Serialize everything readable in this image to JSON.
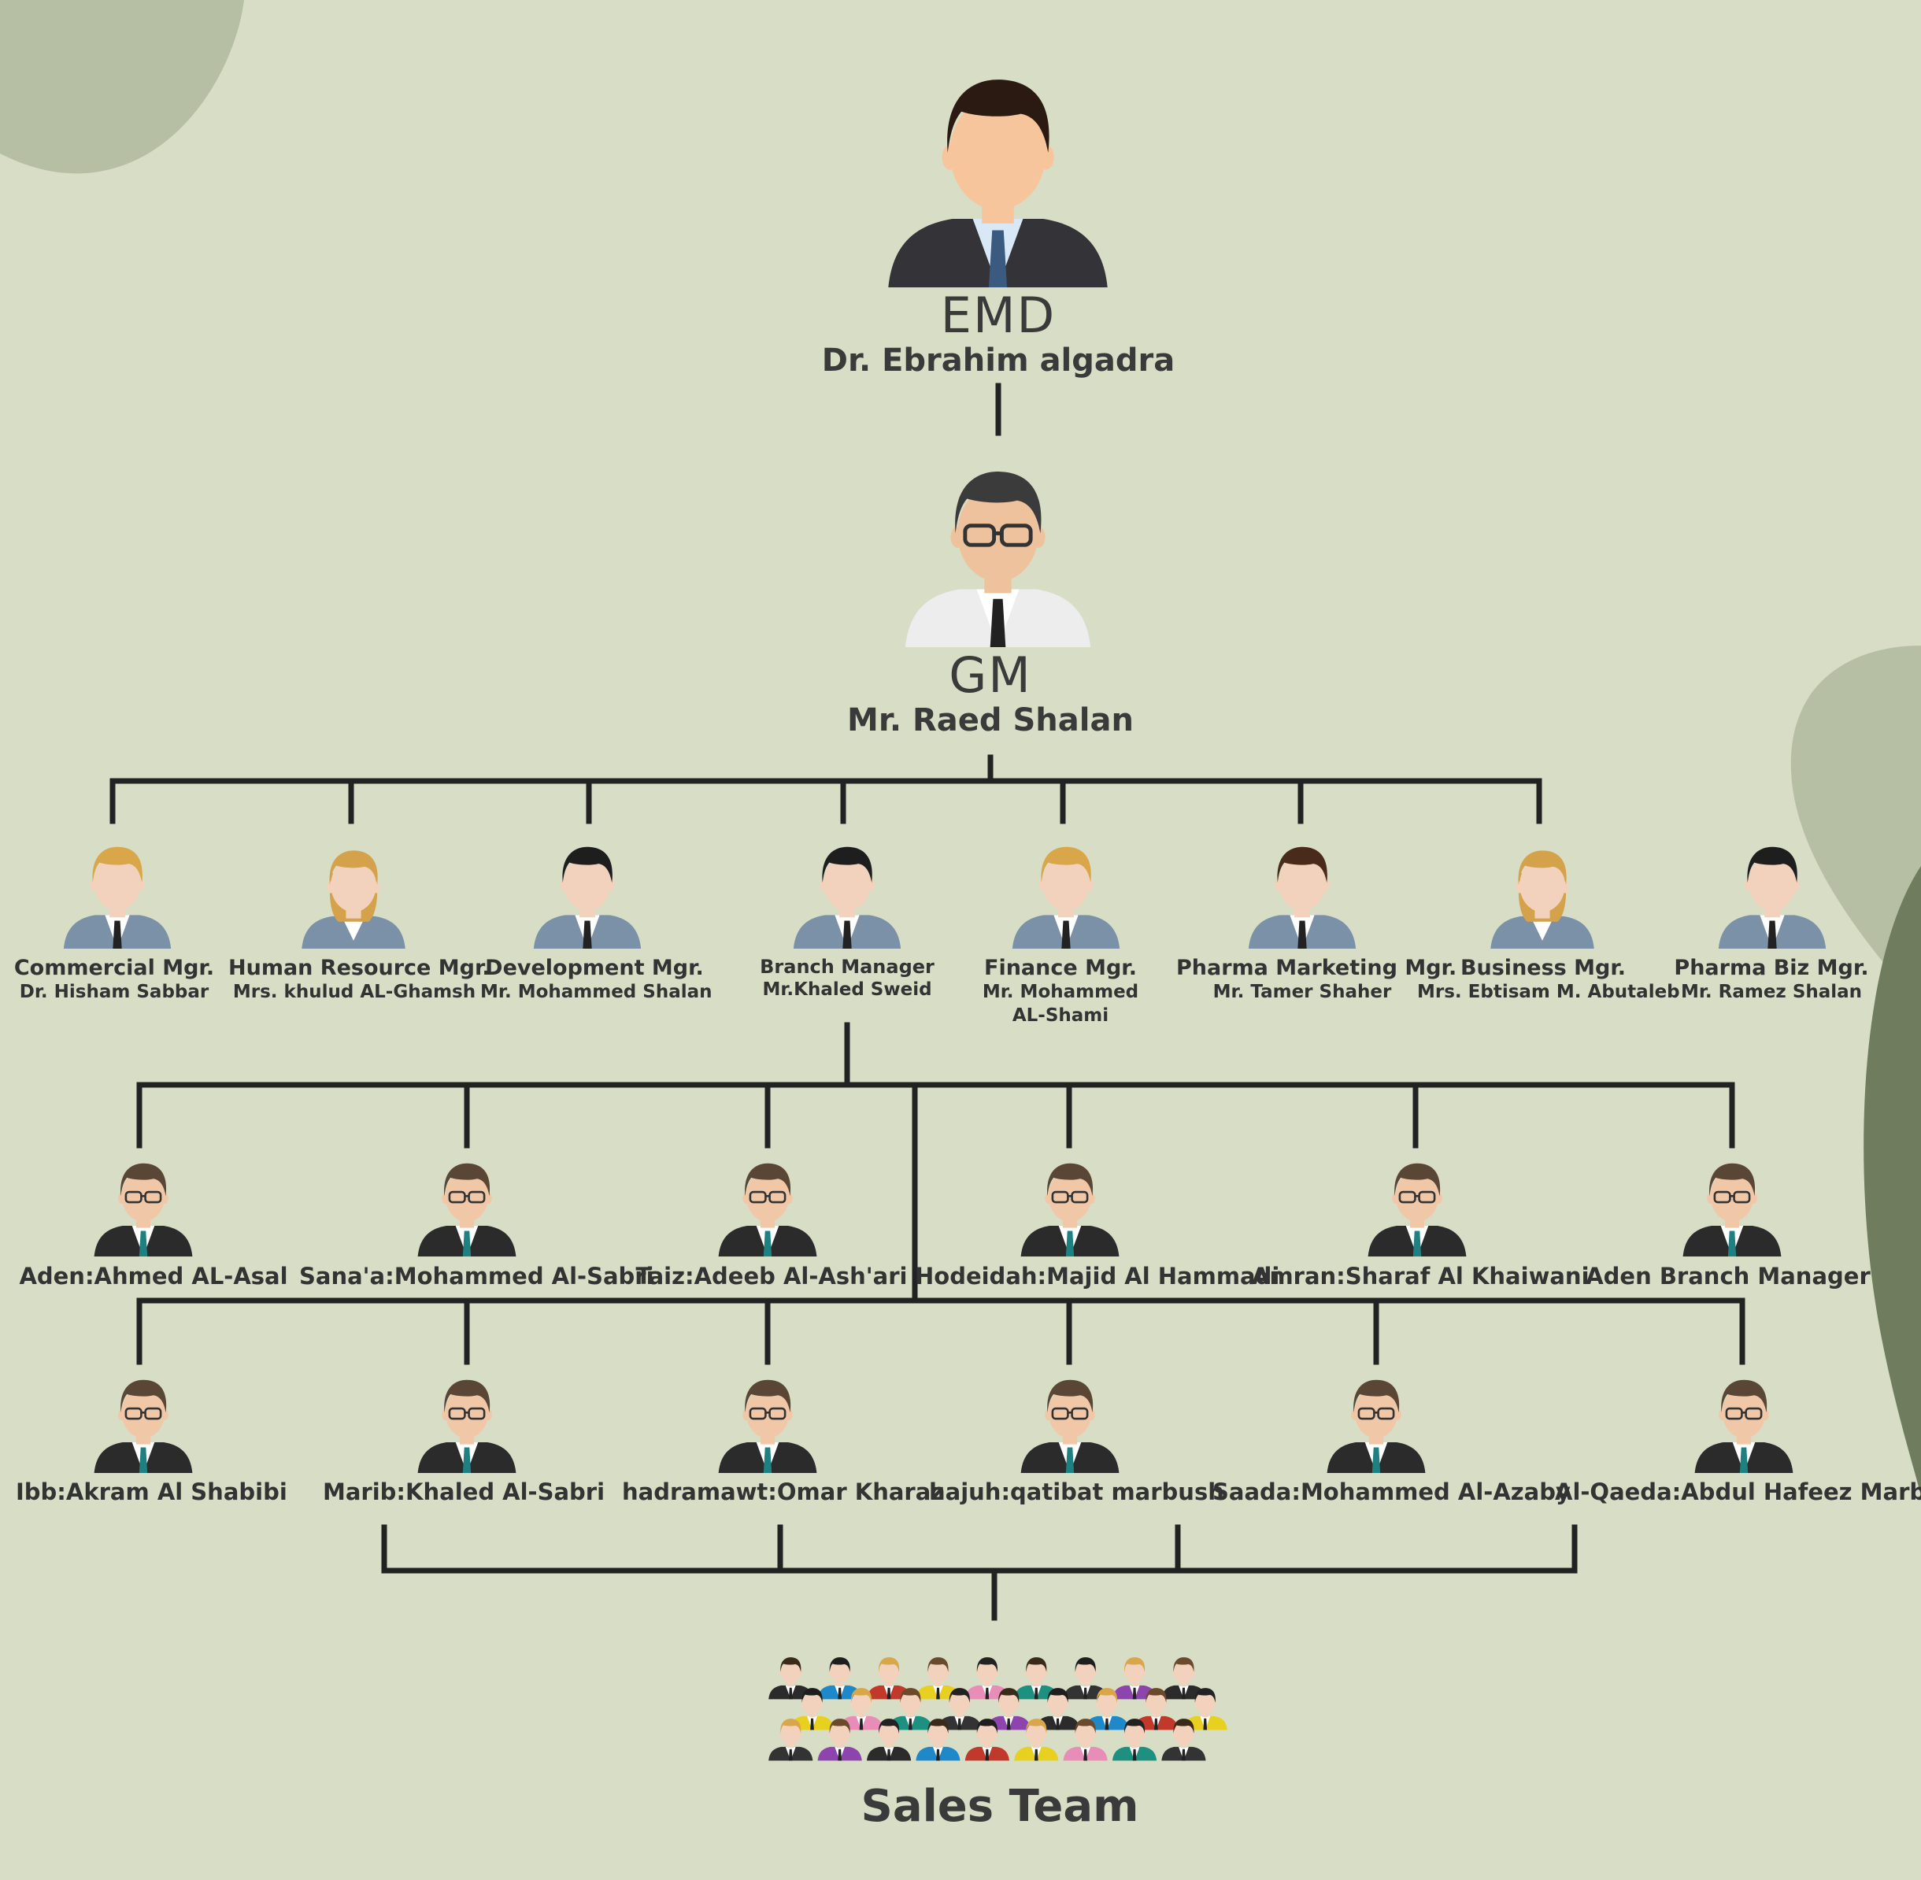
{
  "chart": {
    "top": {
      "role": "EMD",
      "name": "Dr. Ebrahim algadra"
    },
    "gm": {
      "role": "GM",
      "name": "Mr. Raed Shalan"
    },
    "managers": [
      {
        "role": "Commercial Mgr.",
        "name": "Dr. Hisham Sabbar"
      },
      {
        "role": "Human Resource Mgr.",
        "name": "Mrs. khulud AL-Ghamsh"
      },
      {
        "role": "Development Mgr.",
        "name": "Mr. Mohammed Shalan"
      },
      {
        "role": "Branch Manager",
        "name": "Mr.Khaled Sweid"
      },
      {
        "role": "Finance Mgr.",
        "name": "Mr. Mohammed AL-Shami"
      },
      {
        "role": "Pharma Marketing Mgr.",
        "name": "Mr. Tamer Shaher"
      },
      {
        "role": "Business Mgr.",
        "name": "Mrs. Ebtisam M. Abutaleb"
      },
      {
        "role": "Pharma Biz Mgr.",
        "name": "Mr. Ramez Shalan"
      }
    ],
    "branches_row1": [
      "Aden:Ahmed AL-Asal",
      "Sana'a:Mohammed Al-Sabri",
      "Taiz:Adeeb Al-Ash'ari",
      "Hodeidah:Majid Al Hammadi",
      "Amran:Sharaf Al Khaiwani",
      "Aden Branch Manager"
    ],
    "branches_row2": [
      "Ibb:Akram Al Shabibi",
      "Marib:Khaled Al-Sabri",
      "hadramawt:Omar Kharaz",
      "hajuh:qatibat marbush",
      "Saada:Mohammed Al-Azaby",
      "Al-Qaeda:Abdul Hafeez Marbush"
    ],
    "sales_team": "Sales Team"
  }
}
